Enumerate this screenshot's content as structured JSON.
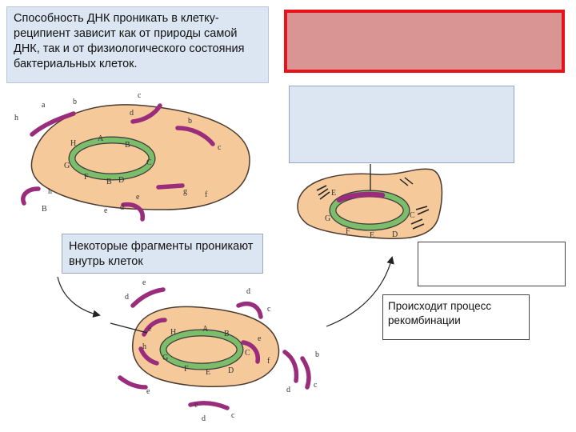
{
  "text_boxes": {
    "top_left": "Способность ДНК проникать в клетку-реципиент зависит как от природы самой ДНК, так и от физиологического состояния бактериальных клеток.",
    "middle_left": "Некоторые фрагменты проникают внутрь клеток",
    "right": "Происходит процесс рекомбинации"
  },
  "cell_top_left": {
    "ring_labels": [
      "H",
      "A",
      "B",
      "C",
      "D",
      "B",
      "F",
      "G"
    ],
    "fragment_labels": [
      "a",
      "b",
      "c",
      "d",
      "b",
      "c",
      "h",
      "h",
      "B",
      "e",
      "d",
      "e",
      "g",
      "f"
    ]
  },
  "cell_bottom": {
    "ring_labels": [
      "H",
      "A",
      "B",
      "C",
      "D",
      "E",
      "F",
      "G",
      "e",
      "h"
    ],
    "fragment_labels": [
      "e",
      "d",
      "d",
      "c",
      "e",
      "f",
      "b",
      "c",
      "d",
      "e",
      "e",
      "d",
      "c"
    ]
  },
  "cell_right": {
    "ring_labels": [
      "E",
      "C",
      "D",
      "E",
      "F",
      "G"
    ]
  },
  "colors": {
    "cell_fill": "#f5c99a",
    "cell_outline": "#4a3a30",
    "ring_green": "#7bbd6a",
    "fragment_purple": "#9a2c7c",
    "box_blue": "#dce6f2",
    "box_red_fill": "#d99594",
    "box_red_border": "#e8121a"
  }
}
